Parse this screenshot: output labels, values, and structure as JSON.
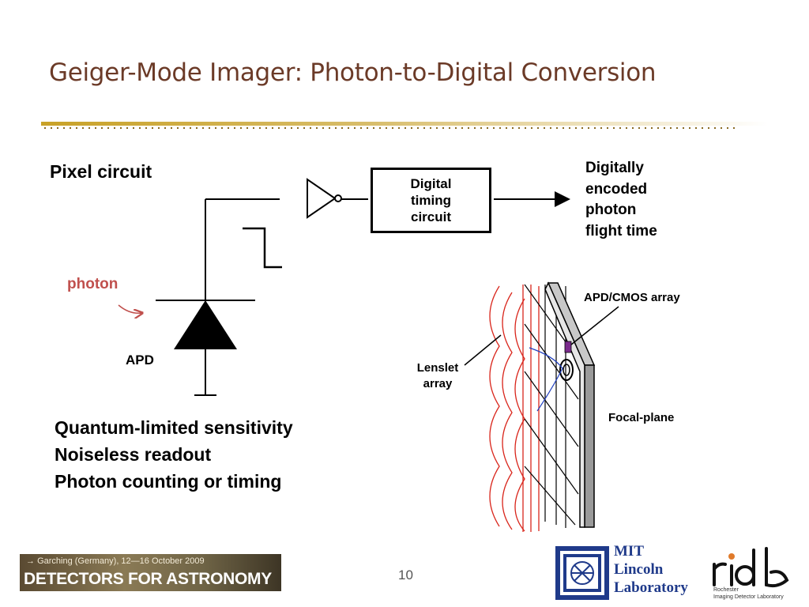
{
  "slide": {
    "title": "Geiger-Mode Imager: Photon-to-Digital Conversion",
    "page_number": "10"
  },
  "circuit": {
    "heading": "Pixel circuit",
    "box_line1": "Digital",
    "box_line2": "timing",
    "box_line3": "circuit",
    "output_line1": "Digitally",
    "output_line2": "encoded",
    "output_line3": "photon",
    "output_line4": "flight time",
    "photon_label": "photon",
    "apd_label": "APD"
  },
  "array_diagram": {
    "apd_cmos_label": "APD/CMOS array",
    "lenslet_line1": "Lenslet",
    "lenslet_line2": "array",
    "focal_plane_label": "Focal-plane"
  },
  "bullets": [
    "Quantum-limited sensitivity",
    "Noiseless readout",
    "Photon counting or timing"
  ],
  "footer": {
    "banner_line1": "Garching (Germany), 12—16 October 2009",
    "banner_line2": "DETECTORS FOR ASTRONOMY",
    "mit_line1": "MIT",
    "mit_line2": "Lincoln",
    "mit_line3": "Laboratory",
    "ridl_logo": "ridl",
    "ridl_line1": "Rochester",
    "ridl_line2": "Imaging Detector Laboratory"
  },
  "colors": {
    "title": "#6b3a27",
    "photon": "#c0504d",
    "lenslet": "#d9261c",
    "rule": "#c9a227"
  }
}
